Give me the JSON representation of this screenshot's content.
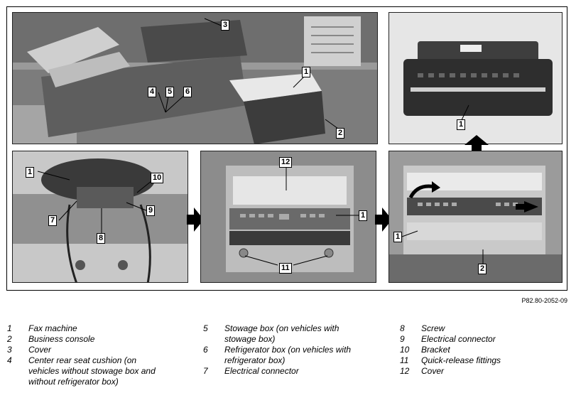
{
  "reference": "P82.80-2052-09",
  "callouts": {
    "top_left": [
      "3",
      "1",
      "4",
      "5",
      "6",
      "2"
    ],
    "top_right": [
      "1"
    ],
    "bottom_left": [
      "1",
      "10",
      "7",
      "9",
      "8"
    ],
    "bottom_mid": [
      "12",
      "1",
      "11"
    ],
    "bottom_right": [
      "1",
      "2"
    ]
  },
  "legend": {
    "col1": [
      {
        "num": "1",
        "text": "Fax machine"
      },
      {
        "num": "2",
        "text": "Business console"
      },
      {
        "num": "3",
        "text": "Cover"
      },
      {
        "num": "4",
        "text": "Center rear seat cushion (on vehicles without stowage box and without refrigerator box)"
      }
    ],
    "col2": [
      {
        "num": "5",
        "text": "Stowage box (on vehicles with stowage box)"
      },
      {
        "num": "6",
        "text": "Refrigerator box (on vehicles with refrigerator box)"
      },
      {
        "num": "7",
        "text": "Electrical connector"
      }
    ],
    "col3": [
      {
        "num": "8",
        "text": "Screw"
      },
      {
        "num": "9",
        "text": "Electrical connector"
      },
      {
        "num": "10",
        "text": "Bracket"
      },
      {
        "num": "11",
        "text": "Quick-release fittings"
      },
      {
        "num": "12",
        "text": "Cover"
      }
    ]
  }
}
